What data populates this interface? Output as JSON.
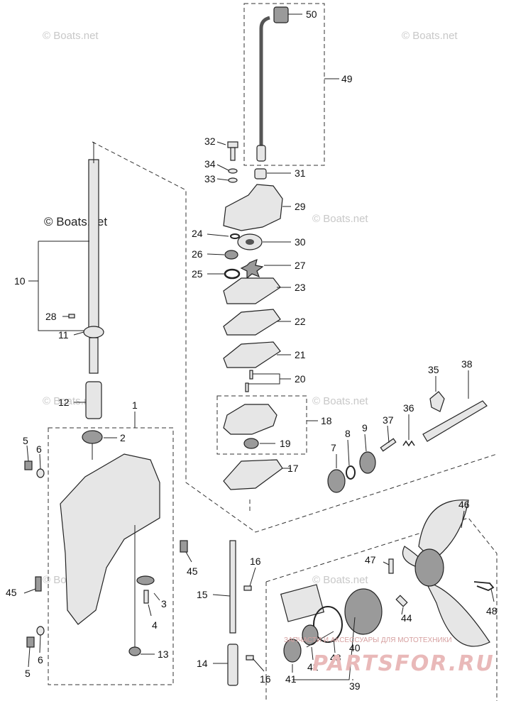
{
  "watermarks": {
    "main": "© Boats.net",
    "faint": "© Boats.net"
  },
  "brand": {
    "logo_text": "PARTSFOR.RU",
    "tagline": "ЗАПЧАСТИ И АКСЕССУАРЫ ДЛЯ МОТОТЕХНИКИ"
  },
  "callouts": {
    "c1": "1",
    "c2": "2",
    "c3": "3",
    "c4": "4",
    "c5a": "5",
    "c5b": "5",
    "c6a": "6",
    "c6b": "6",
    "c7": "7",
    "c8": "8",
    "c9": "9",
    "c10": "10",
    "c11": "11",
    "c12": "12",
    "c13": "13",
    "c14": "14",
    "c15": "15",
    "c16a": "16",
    "c16b": "16",
    "c17": "17",
    "c18": "18",
    "c19": "19",
    "c20": "20",
    "c21": "21",
    "c22": "22",
    "c23": "23",
    "c24": "24",
    "c25": "25",
    "c26": "26",
    "c27": "27",
    "c28": "28",
    "c29": "29",
    "c30": "30",
    "c31": "31",
    "c32": "32",
    "c33": "33",
    "c34": "34",
    "c35": "35",
    "c36": "36",
    "c37": "37",
    "c38": "38",
    "c39": "39",
    "c40": "40",
    "c41": "41",
    "c42": "42",
    "c43": "43",
    "c44": "44",
    "c45a": "45",
    "c45b": "45",
    "c46": "46",
    "c47": "47",
    "c48": "48",
    "c49": "49",
    "c50": "50"
  }
}
